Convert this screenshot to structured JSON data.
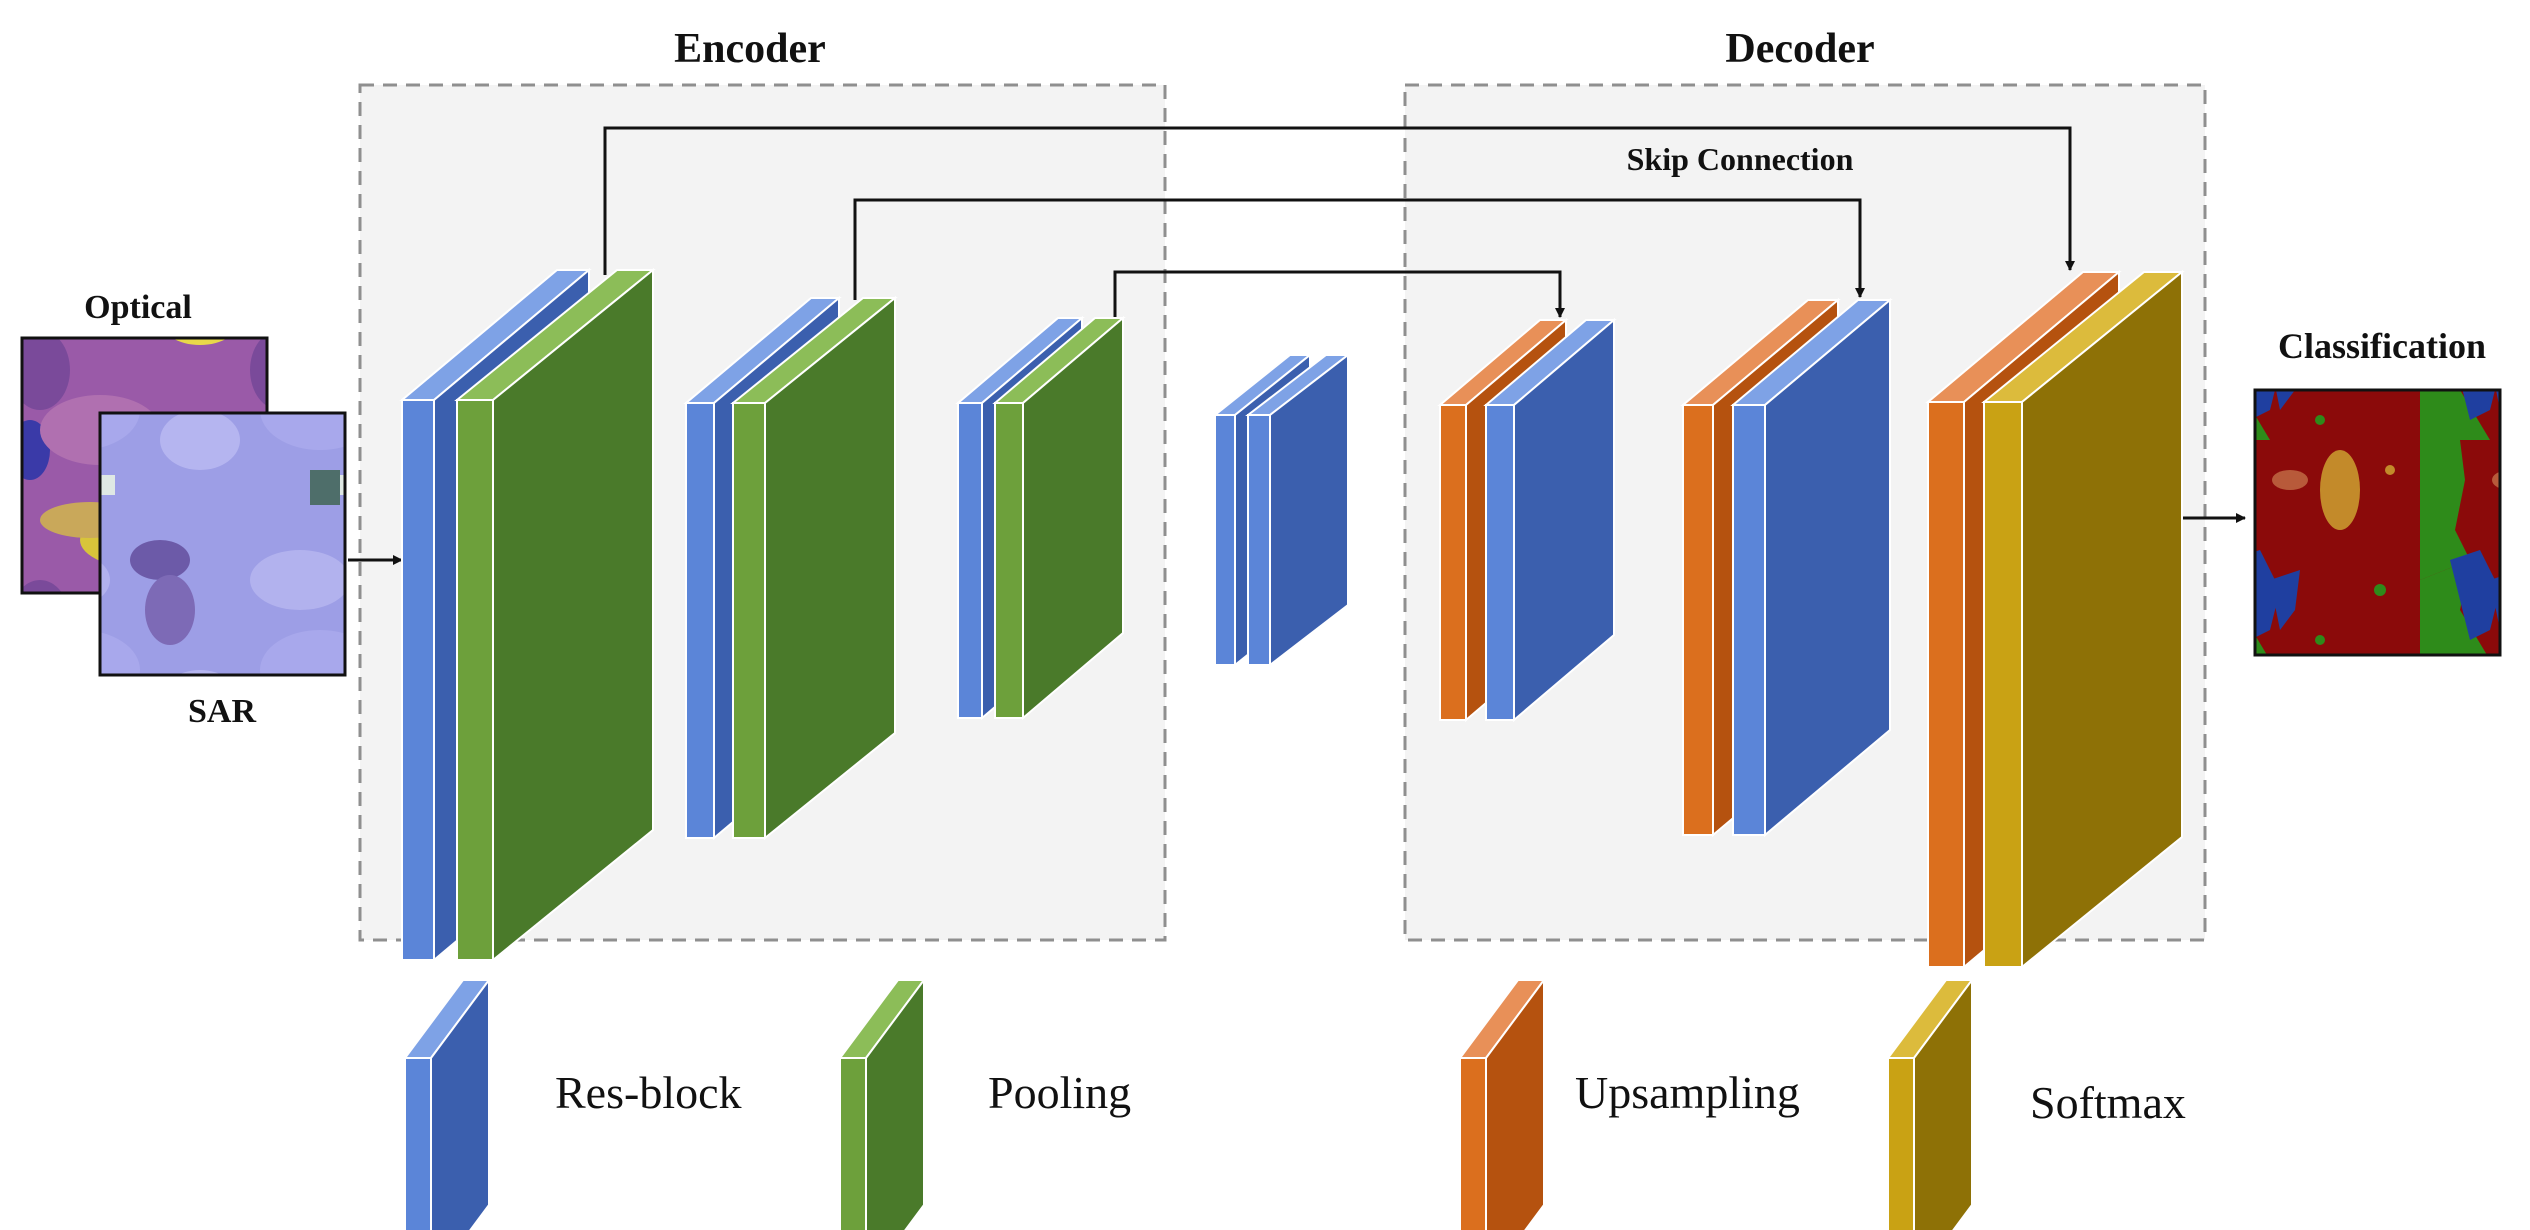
{
  "encoder_title": "Encoder",
  "decoder_title": "Decoder",
  "skip_connection_label": "Skip Connection",
  "input_optical_label": "Optical",
  "input_sar_label": "SAR",
  "output_label": "Classification",
  "legend": [
    {
      "label": "Res-block",
      "kind": "res"
    },
    {
      "label": "Pooling",
      "kind": "pool"
    },
    {
      "label": "Upsampling",
      "kind": "up"
    },
    {
      "label": "Softmax",
      "kind": "soft"
    }
  ],
  "colors": {
    "res_front": "#3b5fae",
    "res_side": "#5b85d8",
    "res_top": "#7ea2e6",
    "pool_front": "#4a7a2a",
    "pool_side": "#6da03b",
    "pool_top": "#8cbd58",
    "up_front": "#b5520f",
    "up_side": "#db6f1e",
    "up_top": "#e89058",
    "soft_front": "#8e7106",
    "soft_side": "#c9a214",
    "soft_top": "#dcbb3c",
    "panel_fill": "#f3f3f3",
    "panel_border": "#8f8f8f",
    "class_urban": "#8b0a0a",
    "class_vegetation": "#2e8b1a",
    "class_water": "#1f3fa0",
    "class_bare": "#c38a2a"
  }
}
